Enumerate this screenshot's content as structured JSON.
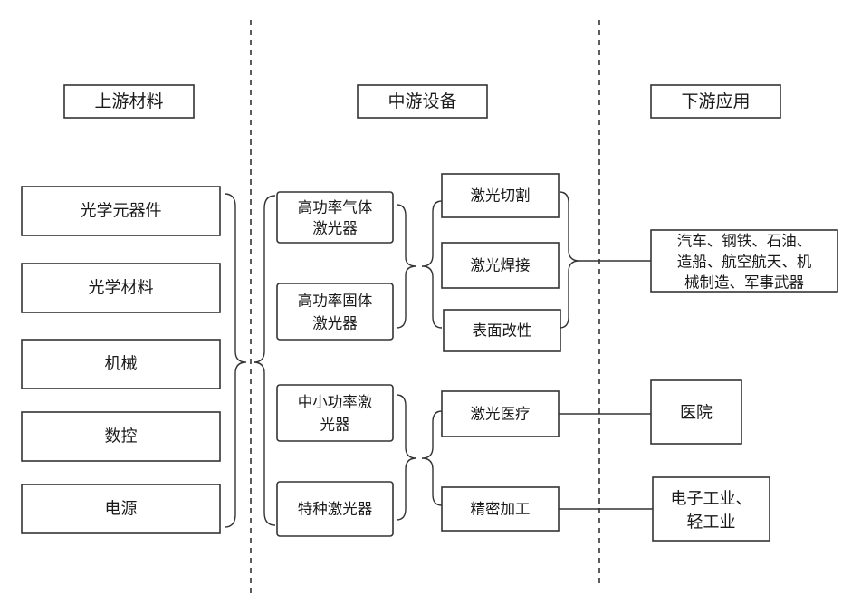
{
  "headers": {
    "upstream": "上游材料",
    "midstream": "中游设备",
    "downstream": "下游应用"
  },
  "upstream": [
    "光学元器件",
    "光学材料",
    "机械",
    "数控",
    "电源"
  ],
  "lasers": {
    "gas": [
      "高功率气体",
      "激光器"
    ],
    "solid": [
      "高功率固体",
      "激光器"
    ],
    "small": [
      "中小功率激",
      "光器"
    ],
    "special": "特种激光器"
  },
  "processes": {
    "cutting": "激光切割",
    "welding": "激光焊接",
    "surface": "表面改性",
    "medical": "激光医疗",
    "precision": "精密加工"
  },
  "applications": {
    "industry": [
      "汽车、钢铁、石油、",
      "造船、航空航天、机",
      "械制造、军事武器"
    ],
    "hospital": "医院",
    "electronics": [
      "电子工业、",
      "轻工业"
    ]
  },
  "colors": {
    "line": "#333333",
    "background": "#ffffff"
  }
}
